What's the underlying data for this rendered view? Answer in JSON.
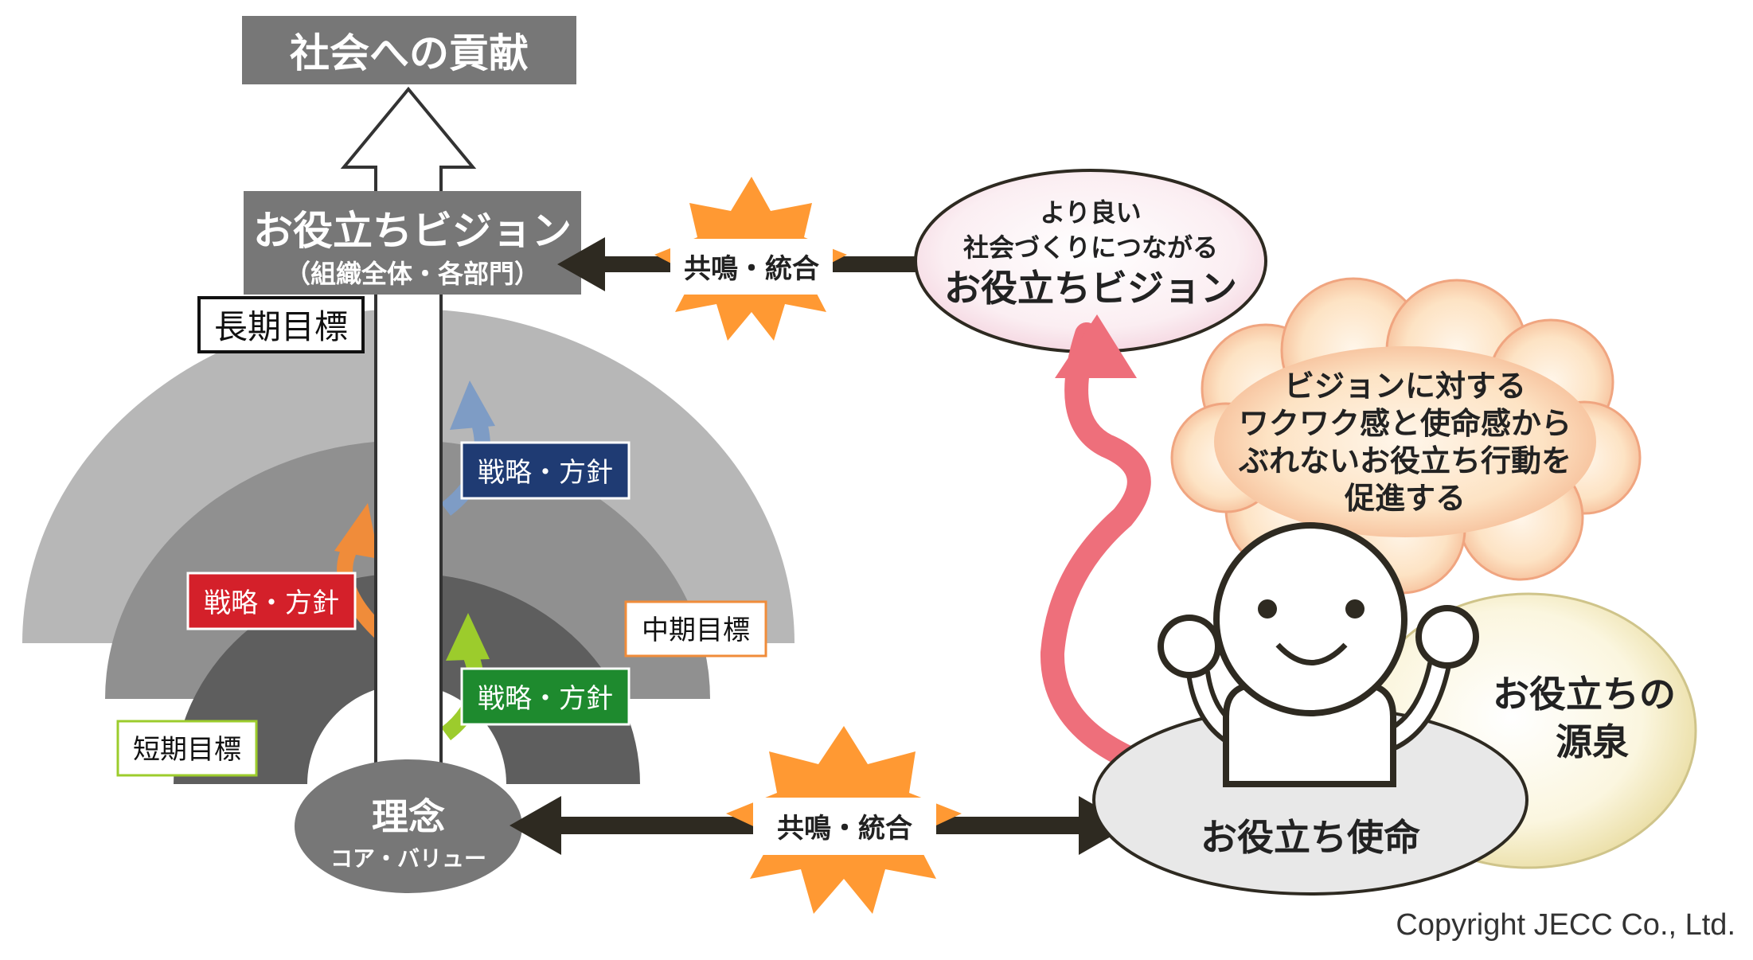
{
  "top": {
    "contribution": "社会への貢献"
  },
  "vision_box": {
    "title": "お役立ちビジョン",
    "sub": "（組織全体・各部門）"
  },
  "long_term": "長期目標",
  "mid_term": "中期目標",
  "short_term": "短期目標",
  "strategies": {
    "blue": "戦略・方針",
    "red": "戦略・方針",
    "green": "戦略・方針"
  },
  "philosophy": {
    "title": "理念",
    "sub": "コア・バリュー"
  },
  "resonance_top": "共鳴・統合",
  "resonance_bottom": "共鳴・統合",
  "vision_ellipse": {
    "line1": "より良い",
    "line2": "社会づくりにつながる",
    "line3": "お役立ちビジョン"
  },
  "cloud": {
    "line1": "ビジョンに対する",
    "line2": "ワクワク感と使命感から",
    "line3": "ぶれないお役立ち行動を",
    "line4": "促進する"
  },
  "source": {
    "line1": "お役立ちの",
    "line2": "源泉"
  },
  "mission": "お役立ち使命",
  "copyright": "Copyright JECC Co., Ltd.",
  "colors": {
    "gray_box": "#777777",
    "orange": "#ff9933",
    "blue": "#1f3b73",
    "red": "#d4202a",
    "green": "#1e8a2e",
    "pink": "#ee6f7b"
  }
}
